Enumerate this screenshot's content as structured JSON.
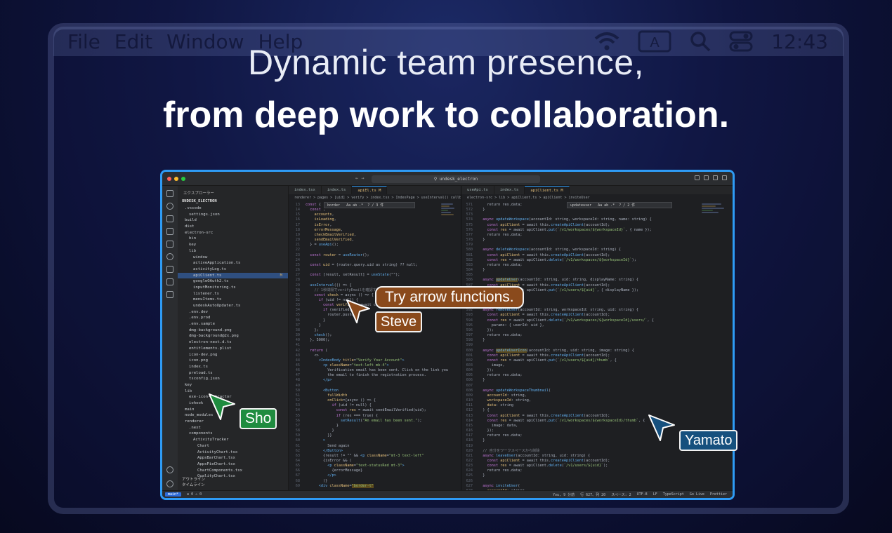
{
  "background_menubar": {
    "items": [
      "File",
      "Edit",
      "Window",
      "Help"
    ],
    "clock": "12:43"
  },
  "headline": {
    "line1": "Dynamic team presence,",
    "line2": "from deep work to collaboration."
  },
  "ide": {
    "search_text": "undesk_electron",
    "explorer_title": "エクスプローラー",
    "project_name": "UNDESK_ELECTRON",
    "tree": [
      {
        "label": ".vscode",
        "indent": 1
      },
      {
        "label": "settings.json",
        "indent": 2
      },
      {
        "label": "build",
        "indent": 1
      },
      {
        "label": "dist",
        "indent": 1
      },
      {
        "label": "electron-src",
        "indent": 1
      },
      {
        "label": "bin",
        "indent": 2
      },
      {
        "label": "key",
        "indent": 2
      },
      {
        "label": "lib",
        "indent": 2
      },
      {
        "label": "window",
        "indent": 3
      },
      {
        "label": "activeApplication.ts",
        "indent": 3
      },
      {
        "label": "activityLog.ts",
        "indent": 3
      },
      {
        "label": "apiClient.ts",
        "indent": 3,
        "selected": true,
        "mark": "M"
      },
      {
        "label": "googleOAuth2.ts",
        "indent": 3
      },
      {
        "label": "inputMonitoring.ts",
        "indent": 3
      },
      {
        "label": "listener.ts",
        "indent": 3
      },
      {
        "label": "menuItems.ts",
        "indent": 3
      },
      {
        "label": "undeskAutoUpdater.ts",
        "indent": 3
      },
      {
        "label": ".env.dev",
        "indent": 2
      },
      {
        "label": ".env.prod",
        "indent": 2
      },
      {
        "label": ".env.sample",
        "indent": 2
      },
      {
        "label": "dmg-background.png",
        "indent": 2
      },
      {
        "label": "dmg-background@2x.png",
        "indent": 2
      },
      {
        "label": "electron-next.d.ts",
        "indent": 2
      },
      {
        "label": "entitlements.plist",
        "indent": 2
      },
      {
        "label": "icon-dev.png",
        "indent": 2
      },
      {
        "label": "icon.png",
        "indent": 2
      },
      {
        "label": "index.ts",
        "indent": 2
      },
      {
        "label": "preload.ts",
        "indent": 2
      },
      {
        "label": "tsconfig.json",
        "indent": 2
      },
      {
        "label": "key",
        "indent": 1
      },
      {
        "label": "lib",
        "indent": 1
      },
      {
        "label": "exe-icon-extractor",
        "indent": 2
      },
      {
        "label": "iohook",
        "indent": 2
      },
      {
        "label": "main",
        "indent": 1
      },
      {
        "label": "node_modules",
        "indent": 1
      },
      {
        "label": "renderer",
        "indent": 1
      },
      {
        "label": ".next",
        "indent": 2
      },
      {
        "label": "components",
        "indent": 2
      },
      {
        "label": "ActivityTracker",
        "indent": 3
      },
      {
        "label": "Chart",
        "indent": 4
      },
      {
        "label": "ActivityChart.tsx",
        "indent": 4
      },
      {
        "label": "AppsBarChart.tsx",
        "indent": 4
      },
      {
        "label": "AppsPieChart.tsx",
        "indent": 4
      },
      {
        "label": "ChartComponents.tsx",
        "indent": 4
      },
      {
        "label": "QualityChart.tsx",
        "indent": 4
      }
    ],
    "outline": "アウトライン",
    "timeline": "タイムライン",
    "left_tabs": [
      "index.tsx",
      "index.ts",
      "apiEl.ts M"
    ],
    "right_tabs": [
      "useApi.ts",
      "index.ts",
      "apiClient.ts M"
    ],
    "left_crumbs": "renderer > pages > [uid] > verify > index.tsx > IndexPage > useInterval() callback",
    "right_crumbs": "electron-src > lib > apiClient.ts > apiClient > inviteUser",
    "left_find": "border",
    "left_find_count": "? / 3 件",
    "right_find": "updateuser",
    "right_find_count": "? / 2 件",
    "status": {
      "branch": "main*",
      "position": "行 627、列 20",
      "spaces": "スペース: 2",
      "encoding": "UTF-8",
      "eol": "LF",
      "language": "TypeScript",
      "golive": "Go Live",
      "prettier": "Prettier",
      "you": "You, 9 分前"
    }
  },
  "presence": {
    "bubble": "Try arrow functions.",
    "steve": "Steve",
    "sho": "Sho",
    "yamato": "Yamato",
    "colors": {
      "steve": "#8a4a1c",
      "sho": "#1f8c3f",
      "yamato": "#16507e",
      "frame": "#2e9bf5"
    }
  }
}
